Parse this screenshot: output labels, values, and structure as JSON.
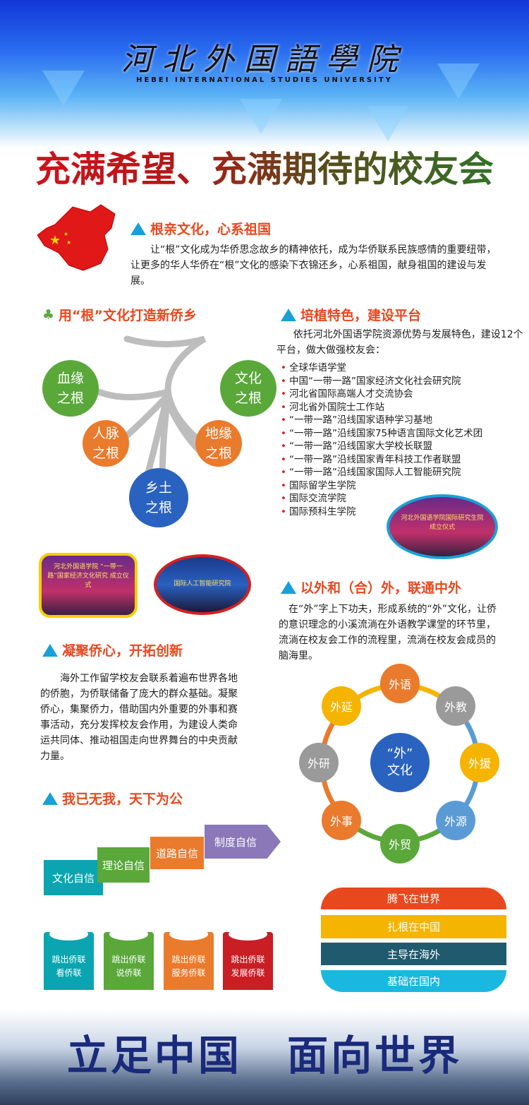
{
  "header": {
    "logo_cn": "河北外国語學院",
    "logo_en": "HEBEI INTERNATIONAL STUDIES UNIVERSITY"
  },
  "title": "充满希望、充满期待的校友会",
  "section1": {
    "heading": "根亲文化，心系祖国",
    "body": "让“根”文化成为华侨思念故乡的精神依托，成为华侨联系民族感情的重要纽带，让更多的华人华侨在“根”文化的感染下衣锦还乡，心系祖国，献身祖国的建设与发展。"
  },
  "section2": {
    "heading": "用“根”文化打造新侨乡",
    "roots": [
      "血缘\n之根",
      "文化\n之根",
      "人脉\n之根",
      "地缘\n之根",
      "乡土\n之根"
    ]
  },
  "section3": {
    "heading": "培植特色，建设平台",
    "intro": "依托河北外国语学院资源优势与发展特色，建设12个平台，做大做强校友会：",
    "items": [
      "全球华语学堂",
      "中国“一带一路”国家经济文化社会研究院",
      "河北省国际高端人才交流协会",
      "河北省外国院士工作站",
      "“一带一路”沿线国家语种学习基地",
      "“一带一路”沿线国家75种语言国际文化艺术团",
      "“一带一路”沿线国家大学校长联盟",
      "“一带一路”沿线国家青年科技工作者联盟",
      "“一带一路”沿线国家国际人工智能研究院",
      "国际留学生学院",
      "国际交流学院",
      "国际预科生学院"
    ]
  },
  "photos": {
    "p1": "河北外国语学院国际研究生院 成立仪式",
    "p2": "河北外国语学院 “一带一路”国家经济文化研究 成立仪式",
    "p3": "国际人工智能研究院"
  },
  "section4": {
    "heading": "以外和（合）外，联通中外",
    "body": "在“外”字上下功夫，形成系统的“外”文化，让侨的意识理念的小溪流淌在外语教学课堂的环节里，流淌在校友会工作的流程里，流淌在校友会成员的脑海里。",
    "center": "“外”\n文化",
    "nodes": [
      "外语",
      "外教",
      "外援",
      "外源",
      "外贸",
      "外事",
      "外研",
      "外延"
    ]
  },
  "section5": {
    "heading": "凝聚侨心，开拓创新",
    "body": "海外工作留学校友会联系着遍布世界各地的侨胞，为侨联储备了庞大的群众基础。凝聚侨心，集聚侨力，借助国内外重要的外事和赛事活动，充分发挥校友会作用，为建设人类命运共同体、推动祖国走向世界舞台的中央贡献力量。"
  },
  "section6": {
    "heading": "我已无我，天下为公",
    "stairs": [
      "文化自信",
      "理论自信",
      "道路自信",
      "制度自信"
    ],
    "cards": [
      "跳出侨联\n看侨联",
      "跳出侨联\n说侨联",
      "跳出侨联\n服务侨联",
      "跳出侨联\n发展侨联"
    ]
  },
  "bands": [
    "腾飞在世界",
    "扎根在中国",
    "主导在海外",
    "基础在国内"
  ],
  "footer": {
    "slogan": "立足中国 面向世界"
  },
  "colors": {
    "accent": "#e8481e",
    "green": "#5aa83a",
    "orange": "#ea7a2c",
    "blue": "#2a62c0",
    "yellow": "#f5b400",
    "gray": "#9a9a9a",
    "teal": "#0aa5b0",
    "purple": "#8a78b8",
    "red": "#c81e24"
  }
}
